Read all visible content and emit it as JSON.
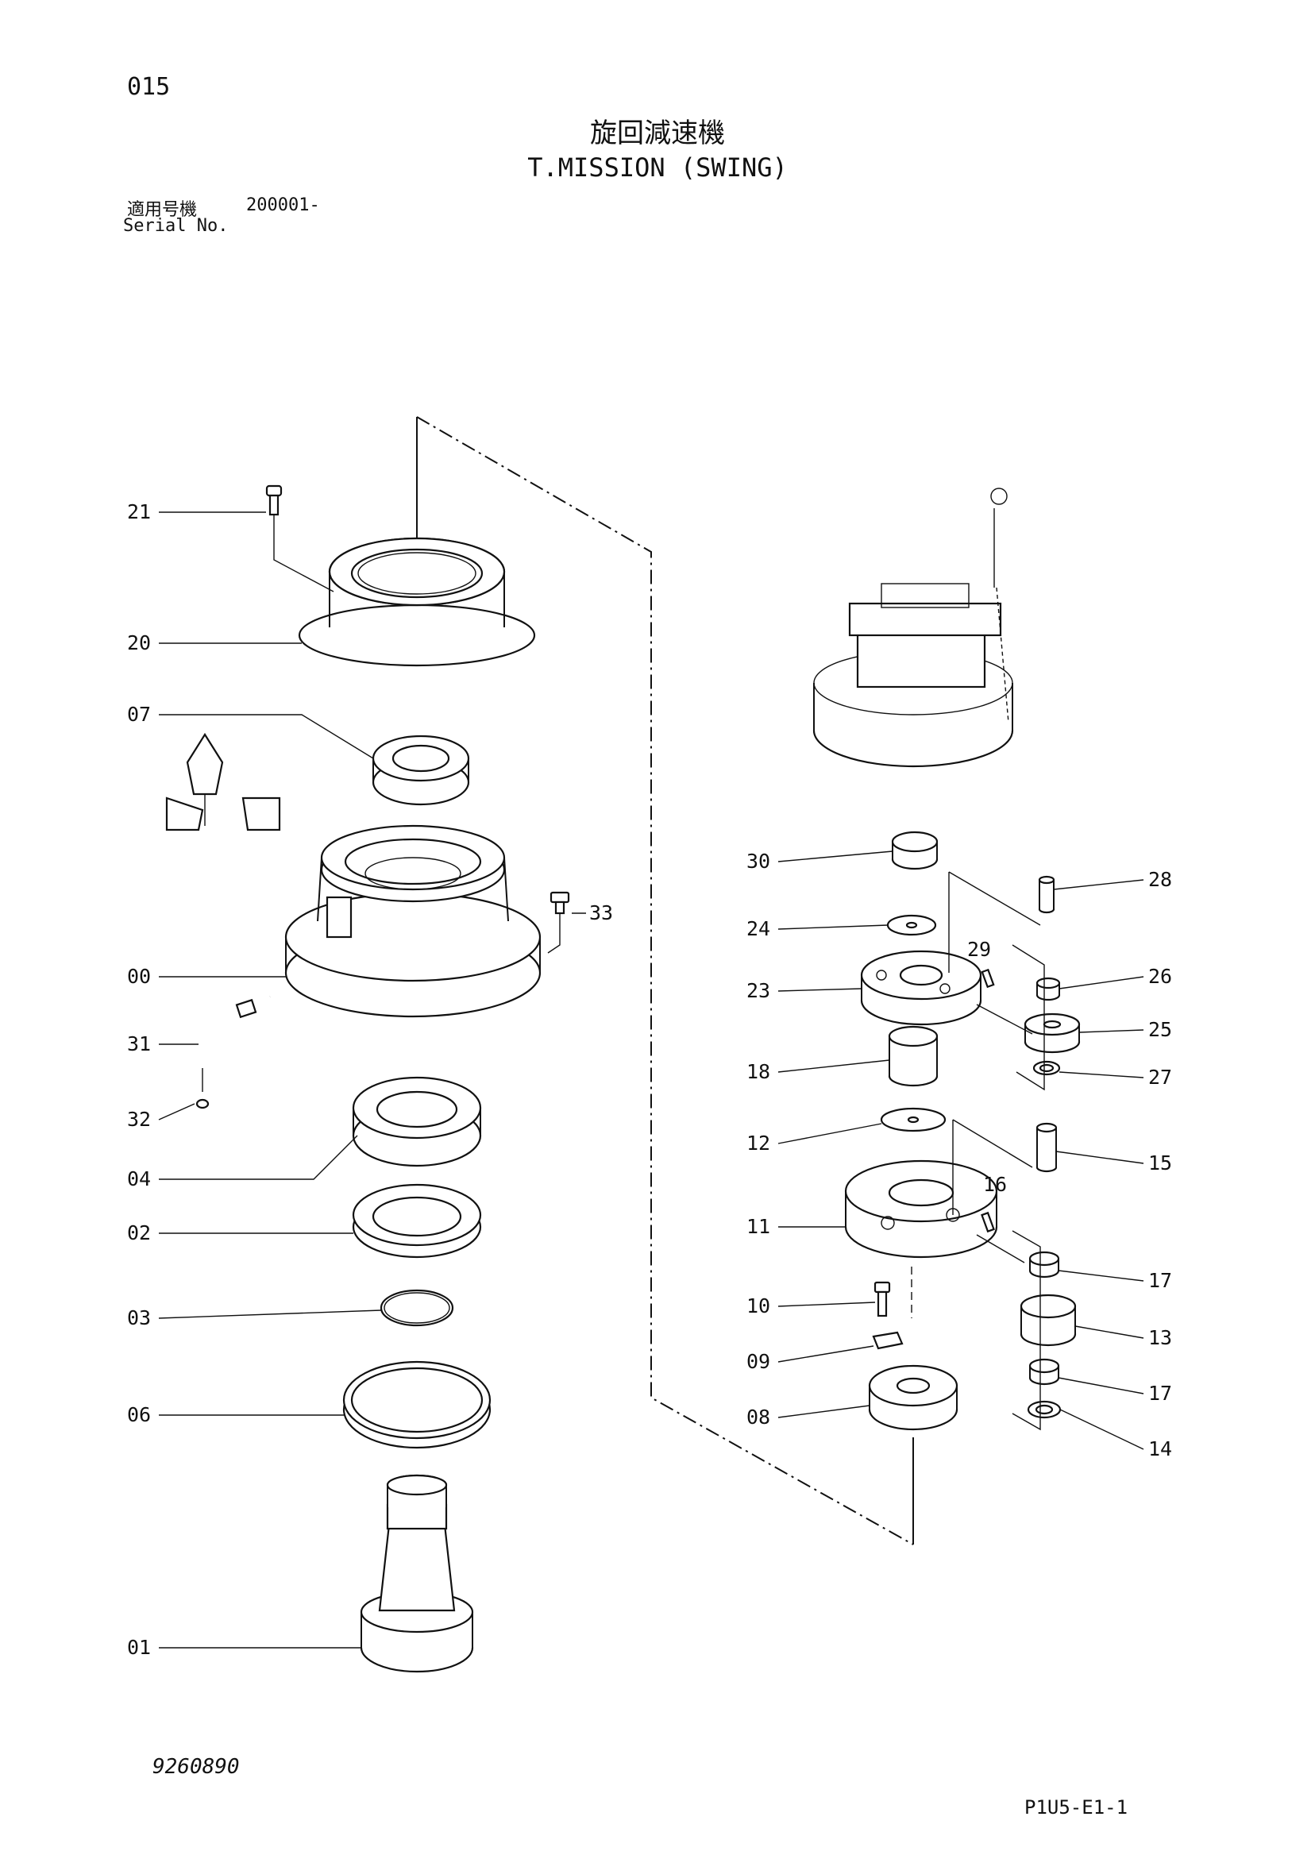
{
  "header": {
    "page_number": "015",
    "title_jp": "旋回減速機",
    "title_en": "T.MISSION (SWING)",
    "serial_label_jp": "適用号機",
    "serial_value": "200001-",
    "serial_label_en": "Serial No."
  },
  "footer": {
    "drawing_number": "9260890",
    "sheet_code": "P1U5-E1-1"
  },
  "callouts": {
    "c21": "21",
    "c20": "20",
    "c07": "07",
    "c00": "00",
    "c31": "31",
    "c32": "32",
    "c04": "04",
    "c02": "02",
    "c03": "03",
    "c06": "06",
    "c01": "01",
    "c33": "33",
    "c30": "30",
    "c24": "24",
    "c23": "23",
    "c18": "18",
    "c12": "12",
    "c11": "11",
    "c10": "10",
    "c09": "09",
    "c08": "08",
    "c28": "28",
    "c29": "29",
    "c26": "26",
    "c25": "25",
    "c27": "27",
    "c15": "15",
    "c16": "16",
    "c17a": "17",
    "c13": "13",
    "c17b": "17",
    "c14": "14"
  }
}
